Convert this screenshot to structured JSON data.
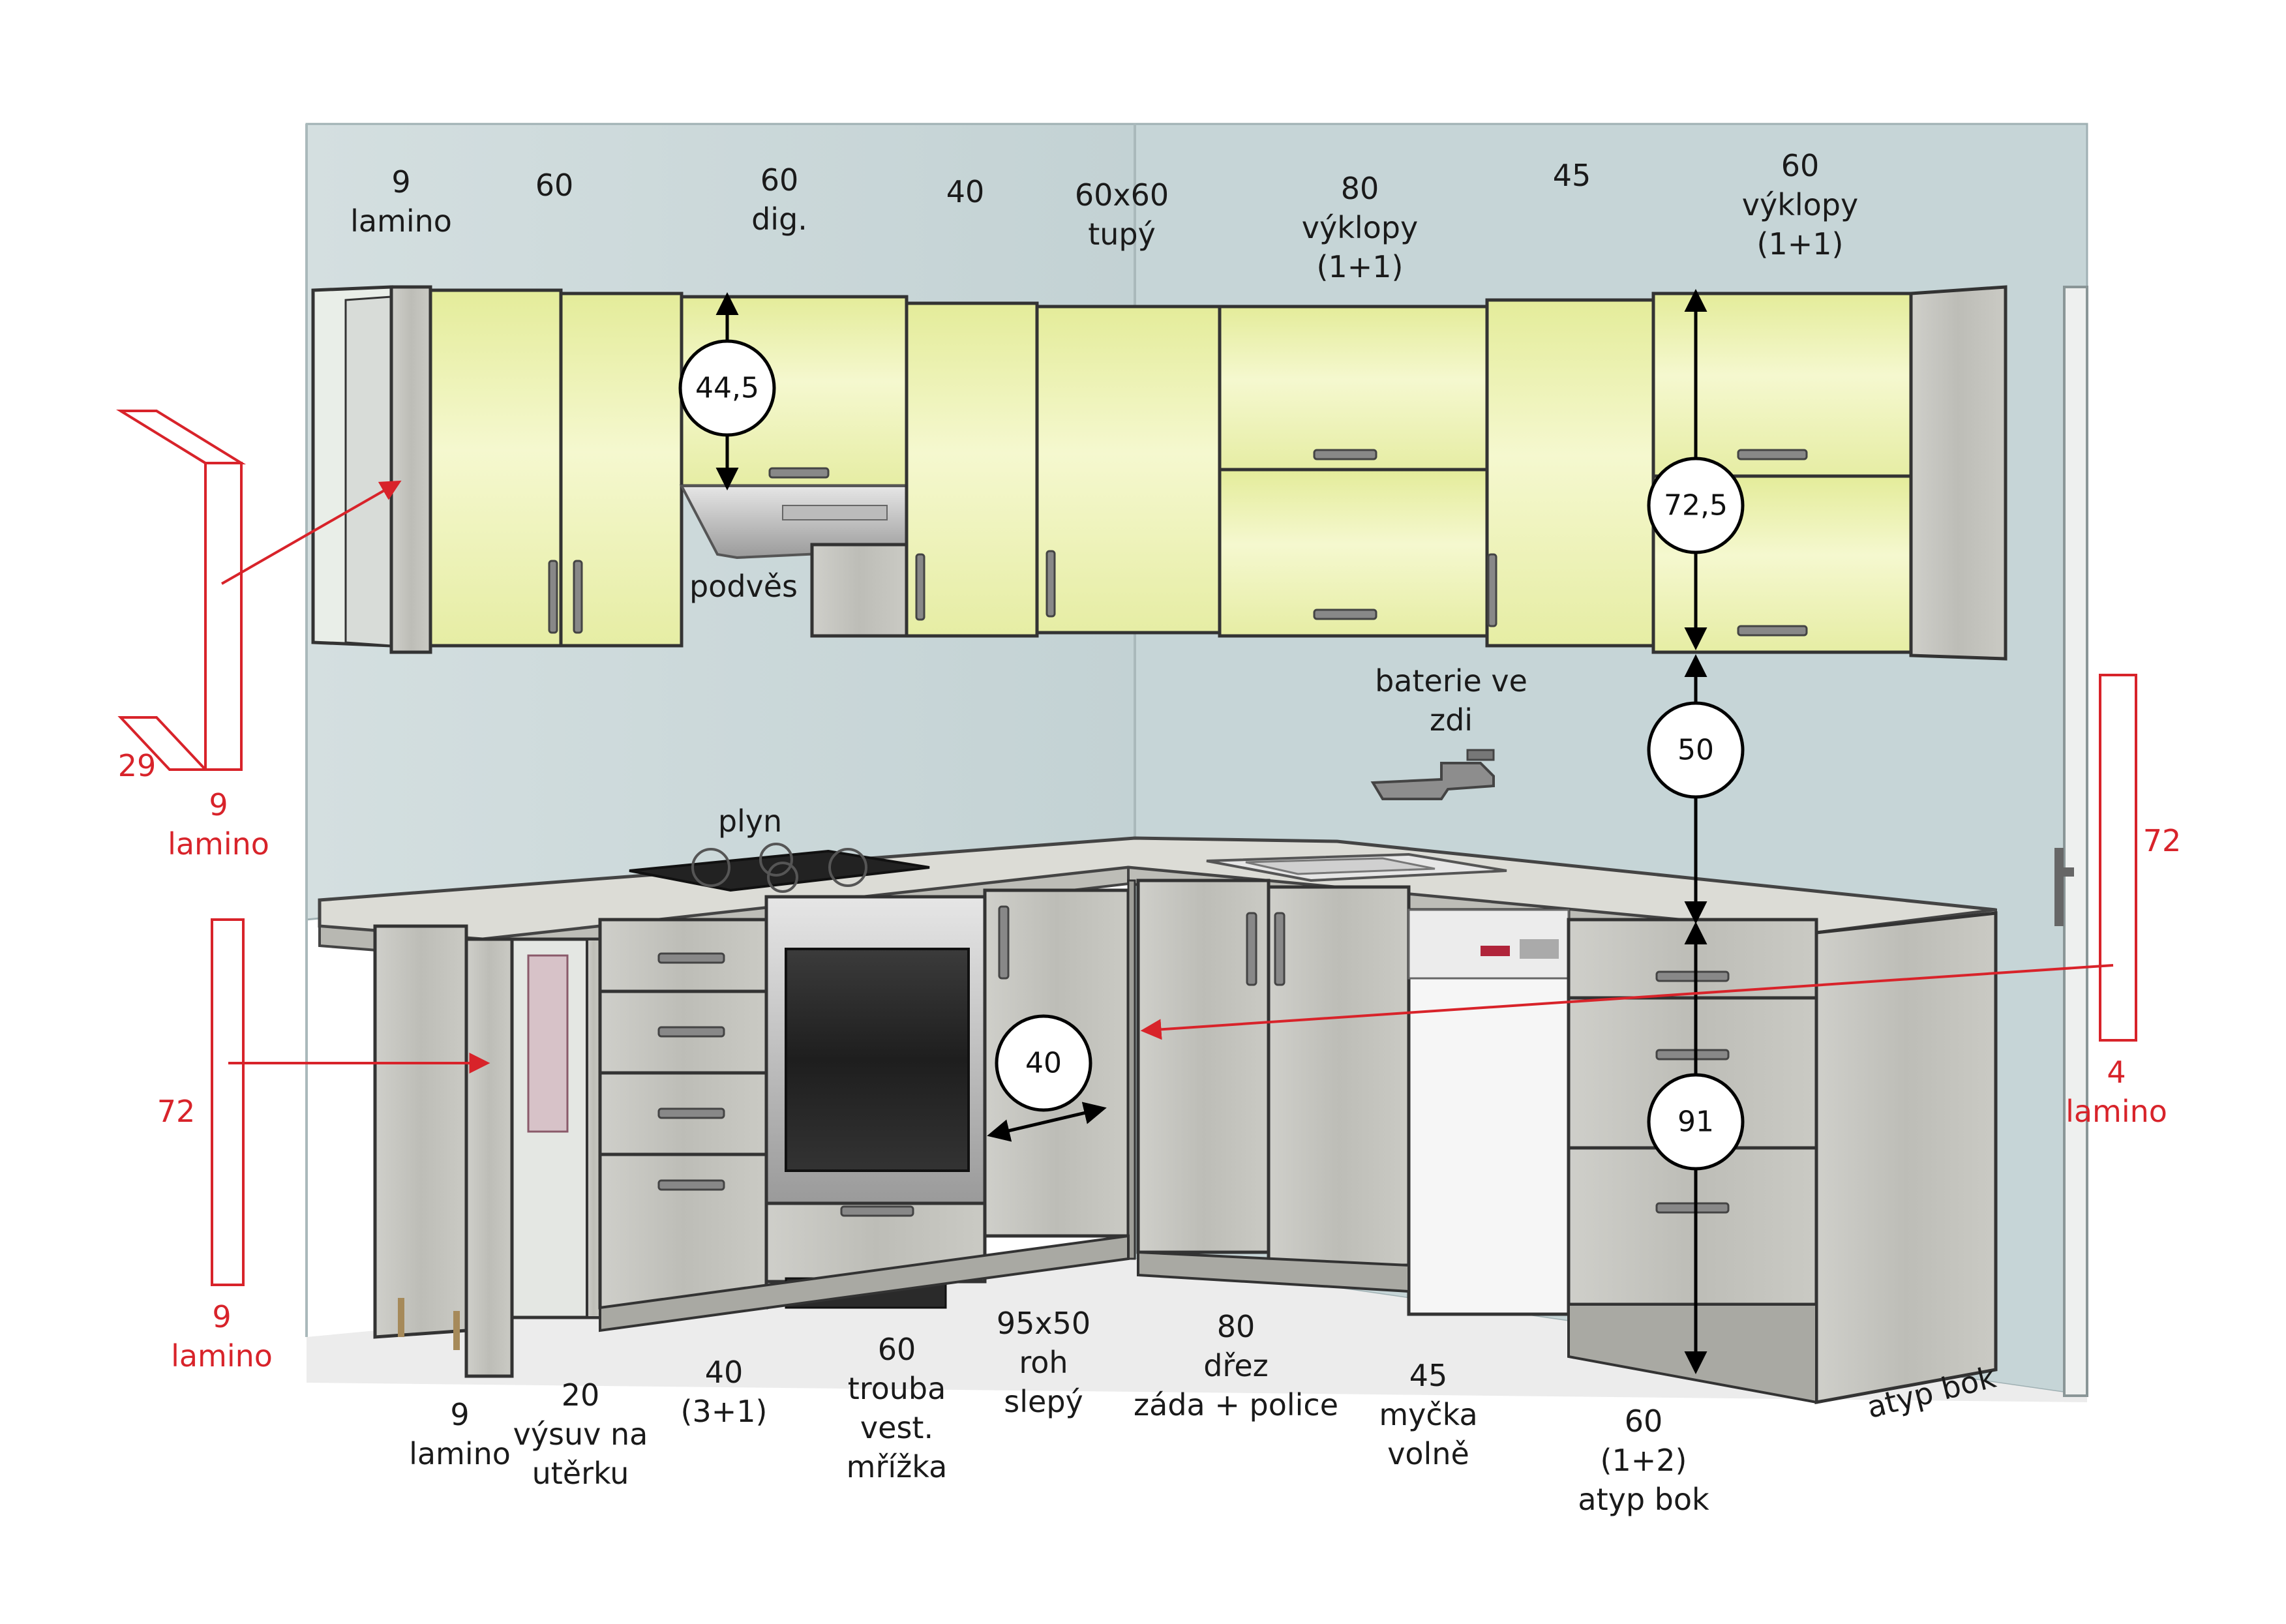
{
  "upper_labels": [
    [
      "9",
      "lamino"
    ],
    [
      "60"
    ],
    [
      "60",
      "dig."
    ],
    [
      "40"
    ],
    [
      "60x60",
      "tupý"
    ],
    [
      "80",
      "výklopy",
      "(1+1)"
    ],
    [
      "45"
    ],
    [
      "60",
      "výklopy",
      "(1+1)"
    ]
  ],
  "lower_labels": [
    [
      "9",
      "lamino"
    ],
    [
      "20",
      "výsuv na",
      "utěrku"
    ],
    [
      "40",
      "(3+1)"
    ],
    [
      "60",
      "trouba",
      "vest.",
      "mřížka"
    ],
    [
      "95x50",
      "roh",
      "slepý"
    ],
    [
      "80",
      "dřez",
      "záda + police"
    ],
    [
      "45",
      "myčka",
      "volně"
    ],
    [
      "60",
      "(1+2)",
      "atyp bok"
    ]
  ],
  "annotations": {
    "hood": "podvěs",
    "gas": "plyn",
    "faucet": [
      "baterie ve",
      "zdi"
    ],
    "side_panel": "atyp bok"
  },
  "dimension_circles": {
    "hood_gap": "44,5",
    "upper_height": "72,5",
    "backsplash": "50",
    "base_height": "91",
    "corner_gap": "40"
  },
  "red_panels": {
    "left_upper": {
      "depth": "29",
      "thickness": "9",
      "material": "lamino"
    },
    "left_lower": {
      "height": "72",
      "thickness": "9",
      "material": "lamino"
    },
    "right": {
      "height": "72",
      "thickness": "4",
      "material": "lamino"
    }
  },
  "colors": {
    "wall": "#c9d7d9",
    "upper_front": "#eef3b8",
    "wood": "#c2c2bc",
    "worktop": "#d9d9d3",
    "annotation_red": "#d8232a",
    "outline": "#3a3a3a"
  }
}
